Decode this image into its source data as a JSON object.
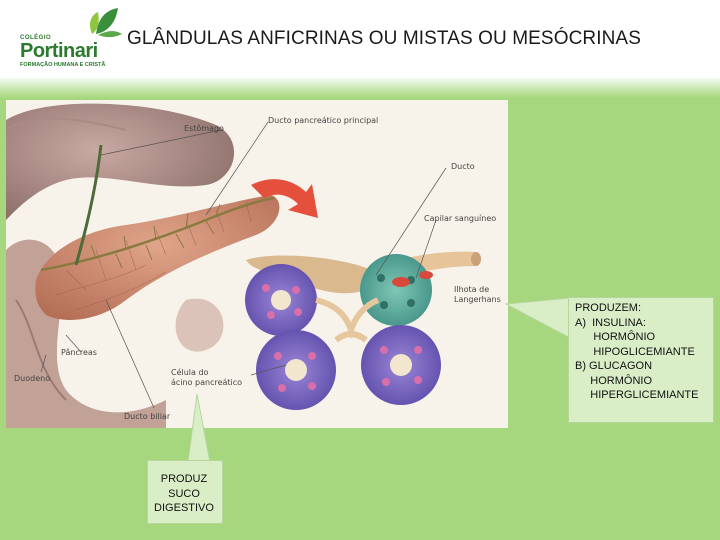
{
  "title": "GLÂNDULAS ANFICRINAS OU MISTAS OU MESÓCRINAS",
  "logo": {
    "small": "COLÉGIO",
    "name": "Portinari",
    "sub": "FORMAÇÃO HUMANA E CRISTÃ"
  },
  "illustration": {
    "labels": {
      "estomago": "Estômago",
      "ducto_pancreatico": "Ducto pancreático principal",
      "ducto": "Ducto",
      "capilar": "Capilar sanguíneo",
      "ilhota_1": "Ilhota de",
      "ilhota_2": "Langerhans",
      "pancreas": "Pâncreas",
      "duodeno": "Duodeno",
      "celula_1": "Célula do",
      "celula_2": "ácino pancreático",
      "ducto_biliar": "Ducto biliar"
    }
  },
  "callout_islet": {
    "text": "PRODUZEM:\nA)  INSULINA:\n      HORMÔNIO\n      HIPOGLICEMIANTE\nB) GLUCAGON\n     HORMÔNIO\n     HIPERGLICEMIANTE"
  },
  "callout_acinus": {
    "line1": "PRODUZ",
    "line2": "SUCO",
    "line3": "DIGESTIVO"
  },
  "colors": {
    "background": "#a6d77e",
    "callout": "#d9eec7",
    "brand_green": "#2b7a2e"
  }
}
